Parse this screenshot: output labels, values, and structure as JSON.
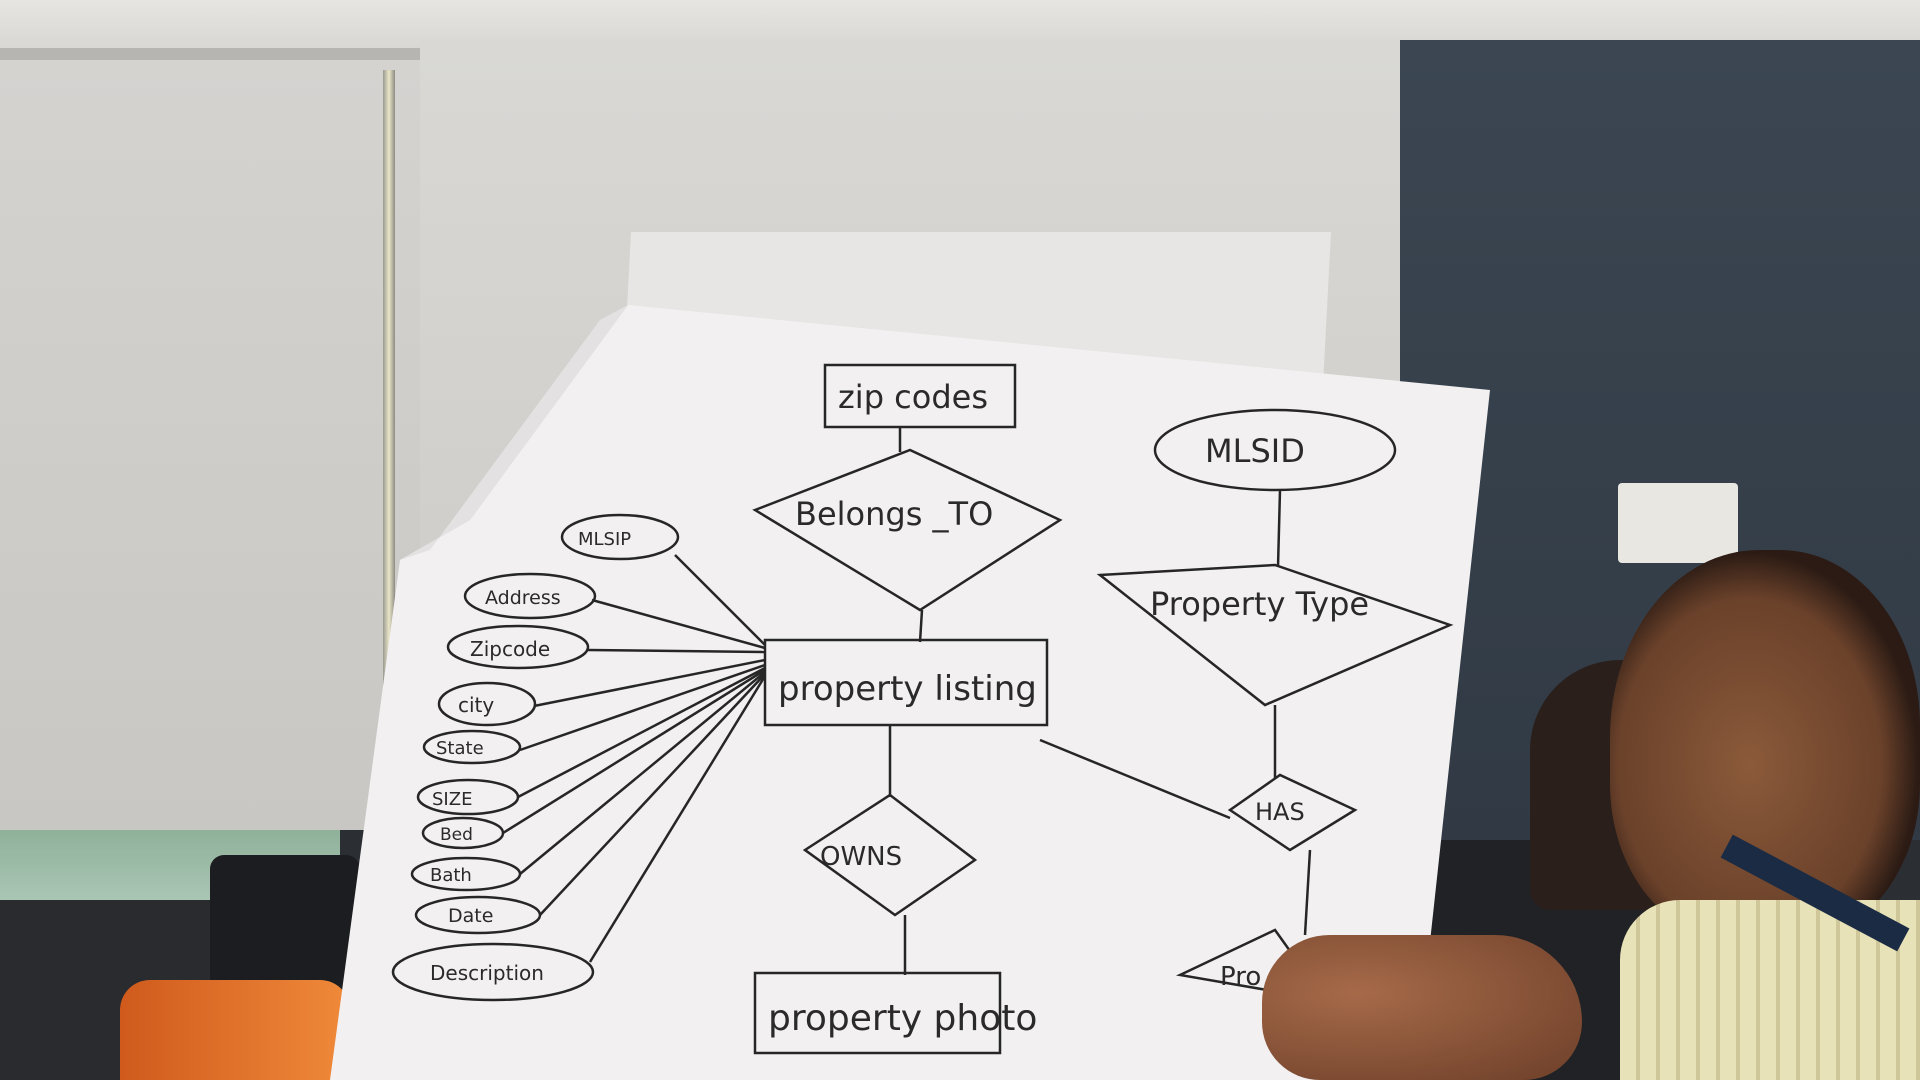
{
  "diagram": {
    "entities": {
      "zip_codes": "zip codes",
      "property_listing": "property listing",
      "property_photo": "property photo"
    },
    "relationships": {
      "belongs_to": "Belongs _TO",
      "property_type": "Property Type",
      "owns": "OWNS",
      "has": "HAS",
      "partial": "Pro"
    },
    "attributes": {
      "mlsid_right": "MLSID",
      "mlsid_left": "MLSIP",
      "address": "Address",
      "zipcode": "Zipcode",
      "city": "city",
      "state": "State",
      "size": "SIZE",
      "bed": "Bed",
      "bath": "Bath",
      "date": "Date",
      "description": "Description"
    }
  },
  "colors": {
    "paper": "#f2f0f1",
    "ink": "#262626",
    "wall": "#343d47",
    "blind": "#d2d0cc"
  }
}
